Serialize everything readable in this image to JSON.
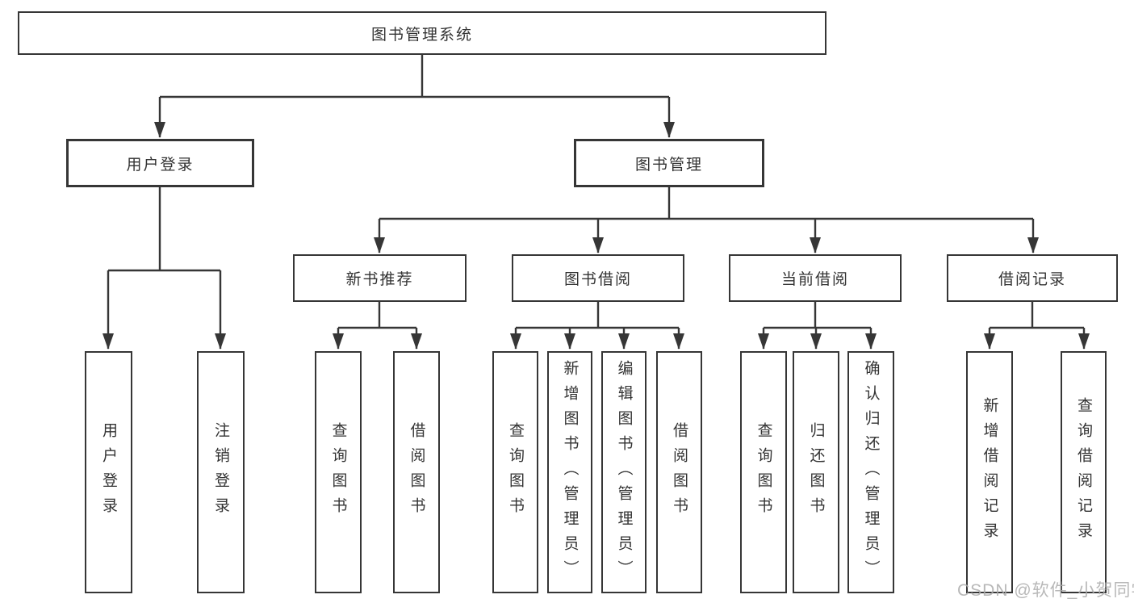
{
  "diagram_type": "hierarchy-tree",
  "tree": {
    "label": "图书管理系统",
    "children": [
      {
        "label": "用户登录",
        "children": [
          {
            "label": "用户登录"
          },
          {
            "label": "注销登录"
          }
        ]
      },
      {
        "label": "图书管理",
        "children": [
          {
            "label": "新书推荐",
            "children": [
              {
                "label": "查询图书"
              },
              {
                "label": "借阅图书"
              }
            ]
          },
          {
            "label": "图书借阅",
            "children": [
              {
                "label": "查询图书"
              },
              {
                "label": "新增图书（管理员）"
              },
              {
                "label": "编辑图书（管理员）"
              },
              {
                "label": "借阅图书"
              }
            ]
          },
          {
            "label": "当前借阅",
            "children": [
              {
                "label": "查询图书"
              },
              {
                "label": "归还图书"
              },
              {
                "label": "确认归还（管理员）"
              }
            ]
          },
          {
            "label": "借阅记录",
            "children": [
              {
                "label": "新增借阅记录"
              },
              {
                "label": "查询借阅记录"
              }
            ]
          }
        ]
      }
    ]
  },
  "watermark": {
    "text": "CSDN @软件_小贺同学",
    "color": "#acacac"
  },
  "colors": {
    "line": "#363636",
    "text": "#333333",
    "background": "#ffffff"
  }
}
